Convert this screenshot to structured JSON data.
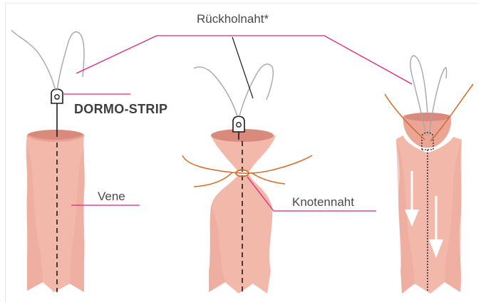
{
  "labels": {
    "rueckholnaht": "Rückholnaht*",
    "dormo_strip": "DORMO-STRIP",
    "vene": "Vene",
    "knotennaht": "Knotennaht"
  },
  "colors": {
    "vein_fill": "#f2b8aa",
    "vein_inner": "#d98a7d",
    "vein_fold": "#e49e90",
    "leader_line": "#e0267a",
    "suture_grey": "#9a9a9a",
    "knot_suture": "#d26a28",
    "black_thread": "#1a1a1a",
    "arrow": "#ffffff"
  },
  "icons": [
    "dormo-strip-eyelet-icon",
    "down-arrow-icon"
  ]
}
